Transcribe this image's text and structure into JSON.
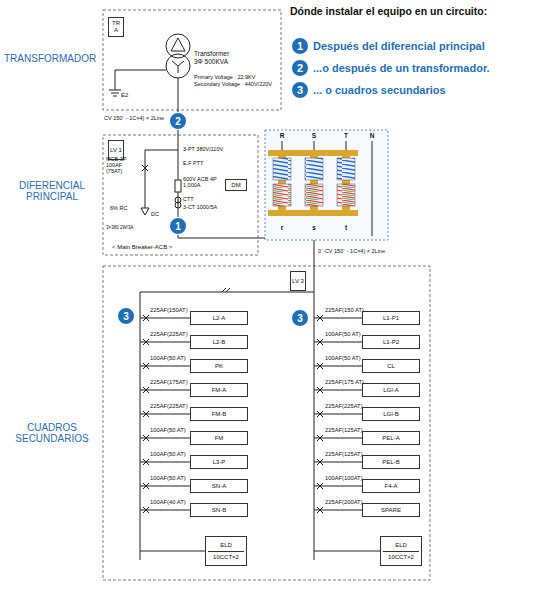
{
  "diagram": {
    "title": "Dónde instalar el equipo en un circuito:",
    "nodes": [
      {
        "text": [
          "TR A"
        ]
      },
      {
        "text": [
          "LV 1"
        ]
      },
      {
        "text": [
          "DM"
        ]
      },
      {
        "text": [
          "LV 3"
        ]
      },
      {
        "text": [
          "L2-A"
        ]
      },
      {
        "text": [
          "L2-B"
        ]
      },
      {
        "text": [
          "PK"
        ]
      },
      {
        "text": [
          "FM-A"
        ]
      },
      {
        "text": [
          "FM-B"
        ]
      },
      {
        "text": [
          "FM"
        ]
      },
      {
        "text": [
          "L3-P"
        ]
      },
      {
        "text": [
          "SN-A"
        ]
      },
      {
        "text": [
          "SN-B"
        ]
      },
      {
        "text": [
          "ELD",
          "10CCT×2"
        ]
      },
      {
        "text": [
          "L1-P1"
        ]
      },
      {
        "text": [
          "L1-P2"
        ]
      },
      {
        "text": [
          "CL"
        ]
      },
      {
        "text": [
          "LGI-A"
        ]
      },
      {
        "text": [
          "LGI-B"
        ]
      },
      {
        "text": [
          "PEL-A"
        ]
      },
      {
        "text": [
          "PEL-B"
        ]
      },
      {
        "text": [
          "F4-A"
        ]
      },
      {
        "text": [
          "SPARE"
        ]
      },
      {
        "text": [
          "ELD",
          "10CCT×2"
        ]
      }
    ],
    "labels": [
      "1",
      "Después del diferencial principal",
      "2",
      "...o después de un transformador.",
      "3",
      "... o cuadros secundarios",
      "TRANSFORMADOR",
      "DIFERENCIAL PRINCIPAL",
      "CUADROS SECUNDARIOS",
      "Transformer",
      "3Φ 500KVA",
      "Primary Voltage : 22.9KV",
      "Secondary Voltage : 440V/220V",
      "E2",
      "CV 150⁻ - 1C×4) × 2Line",
      "2",
      "MCB 3P 100AF (75AT)",
      "3-PT 380V/110V",
      "E.F PTT",
      "600V ACB 4P 1,000A",
      "CTT",
      "3-CT 1000/5A",
      "6% RC",
      "DC",
      "3×380 2W/3A",
      "1",
      "< Main Breaker-ACB >",
      "R",
      "S",
      "T",
      "N",
      "r",
      "s",
      "t",
      "0⁻-CV 150⁻ - 1C×4) × 2Line",
      "3",
      "3",
      "225AF(150AT)",
      "225AF(225AT)",
      "100AF(50 AT)",
      "225AF(175AT)",
      "225AF(225AT)",
      "100AF(50 AT)",
      "100AF(50 AT)",
      "100AF(50 AT)",
      "100AF(40 AT)",
      "225AF(150 AT)",
      "100AF(50 AT)",
      "100AF(50 AT)",
      "225AF(175 AT)",
      "225AF(225AT)",
      "225AF(125AT)",
      "225AF(125AT)",
      "100AF(100AT)",
      "225AF(200AT)"
    ]
  }
}
